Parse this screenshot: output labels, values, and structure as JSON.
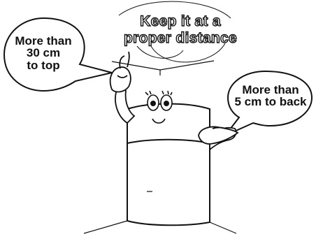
{
  "illustration": {
    "heading_line1": "Keep it at a",
    "heading_line2": "proper distance",
    "left_bubble": [
      "More than",
      "30 cm",
      "to top"
    ],
    "right_bubble": [
      "More than",
      "5 cm to back"
    ]
  }
}
